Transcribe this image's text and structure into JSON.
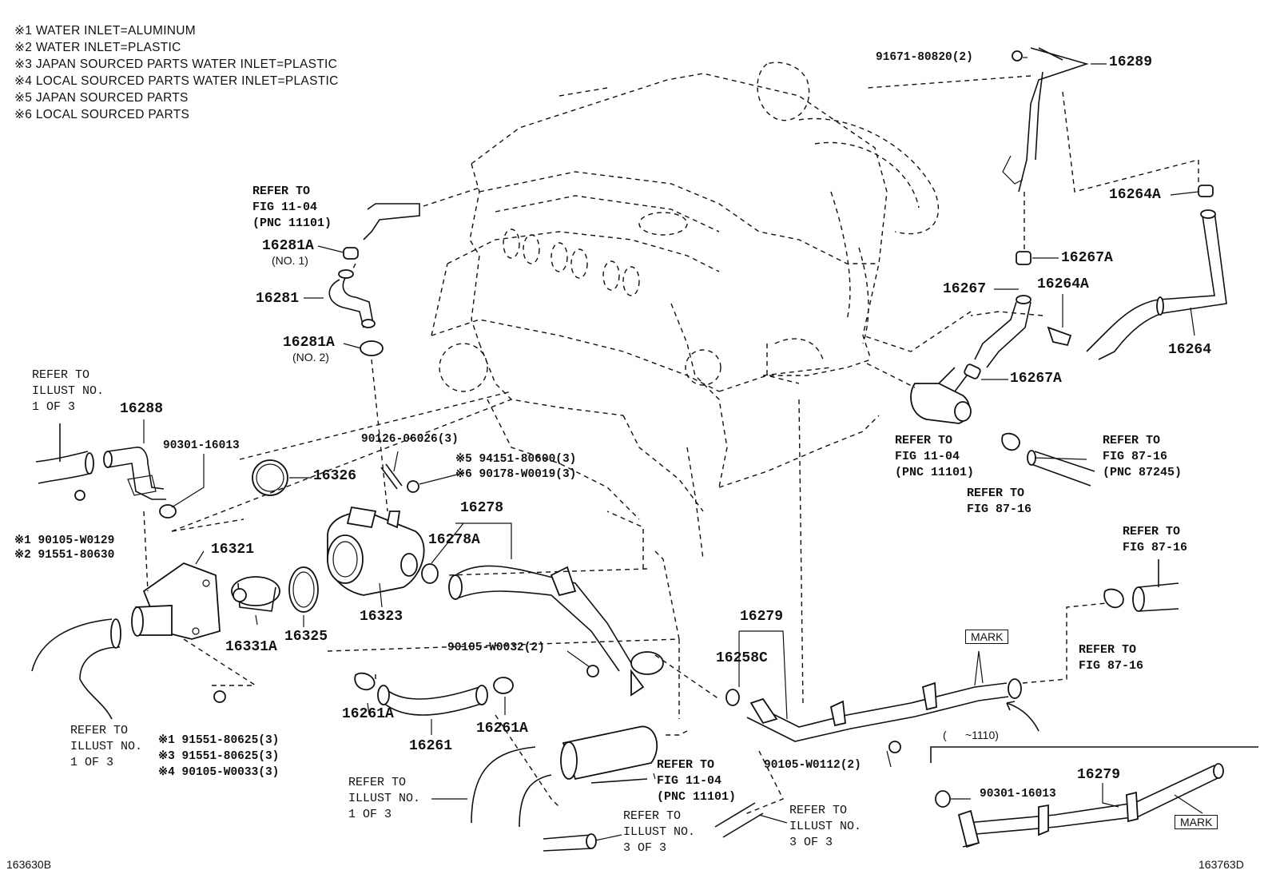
{
  "notes": [
    "※1 WATER INLET=ALUMINUM",
    "※2 WATER INLET=PLASTIC",
    "※3  JAPAN SOURCED PARTS WATER INLET=PLASTIC",
    "※4  LOCAL SOURCED PARTS WATER INLET=PLASTIC",
    "※5  JAPAN SOURCED PARTS",
    "※6  LOCAL SOURCED PARTS"
  ],
  "parts": {
    "p91671": "91671-80820(2)",
    "p16289": "16289",
    "p16264A_top": "16264A",
    "p16267A_top": "16267A",
    "p16267": "16267",
    "p16264A_mid": "16264A",
    "p16264": "16264",
    "p16267A_bot": "16267A",
    "p16281A_1": "16281A",
    "p16281A_1_sub": "(NO. 1)",
    "p16281": "16281",
    "p16281A_2": "16281A",
    "p16281A_2_sub": "(NO. 2)",
    "p16288": "16288",
    "p90301_a": "90301-16013",
    "p16326": "16326",
    "p90126": "90126-06026(3)",
    "p94151": "※5 94151-80600(3)",
    "p90178": "※6 90178-W0019(3)",
    "p16278": "16278",
    "p16278A": "16278A",
    "p90105_w0129": "※1 90105-W0129",
    "p91551_80630": "※2 91551-80630",
    "p16321": "16321",
    "p16323": "16323",
    "p16331A": "16331A",
    "p16325": "16325",
    "p90105_w0032": "90105-W0032(2)",
    "p16279": "16279",
    "p16258C": "16258C",
    "p16261A_l": "16261A",
    "p16261": "16261",
    "p16261A_r": "16261A",
    "p91551_80625a": "※1 91551-80625(3)",
    "p91551_80625b": "※3 91551-80625(3)",
    "p90105_w0033": "※4 90105-W0033(3)",
    "p90105_w0112": "90105-W0112(2)",
    "p16279_b": "16279",
    "p90301_b": "90301-16013"
  },
  "refs": {
    "fig1104_top": [
      "REFER TO",
      "FIG 11-04",
      "(PNC 11101)"
    ],
    "illust1_left": [
      "REFER TO",
      "ILLUST NO.",
      "1 OF 3"
    ],
    "fig1104_right": [
      "REFER TO",
      "FIG 11-04",
      "(PNC 11101)"
    ],
    "fig8716_a": [
      "REFER TO",
      "FIG 87-16"
    ],
    "fig8716_pnc": [
      "REFER TO",
      "FIG 87-16",
      "(PNC 87245)"
    ],
    "fig8716_b": [
      "REFER TO",
      "FIG 87-16"
    ],
    "fig8716_c": [
      "REFER TO",
      "FIG 87-16"
    ],
    "illust1_bl": [
      "REFER TO",
      "ILLUST NO.",
      "1 OF 3"
    ],
    "illust1_bm": [
      "REFER TO",
      "ILLUST NO.",
      "1 OF 3"
    ],
    "fig1104_bottom": [
      "REFER TO",
      "FIG 11-04",
      "(PNC 11101)"
    ],
    "illust3_a": [
      "REFER TO",
      "ILLUST NO.",
      "3 OF 3"
    ],
    "illust3_b": [
      "REFER TO",
      "ILLUST NO.",
      "3 OF 3"
    ]
  },
  "inset_range": "(      ~1110)",
  "mark_label": "MARK",
  "mark_label_inset": "MARK",
  "code_left": "163630B",
  "code_right": "163763D"
}
